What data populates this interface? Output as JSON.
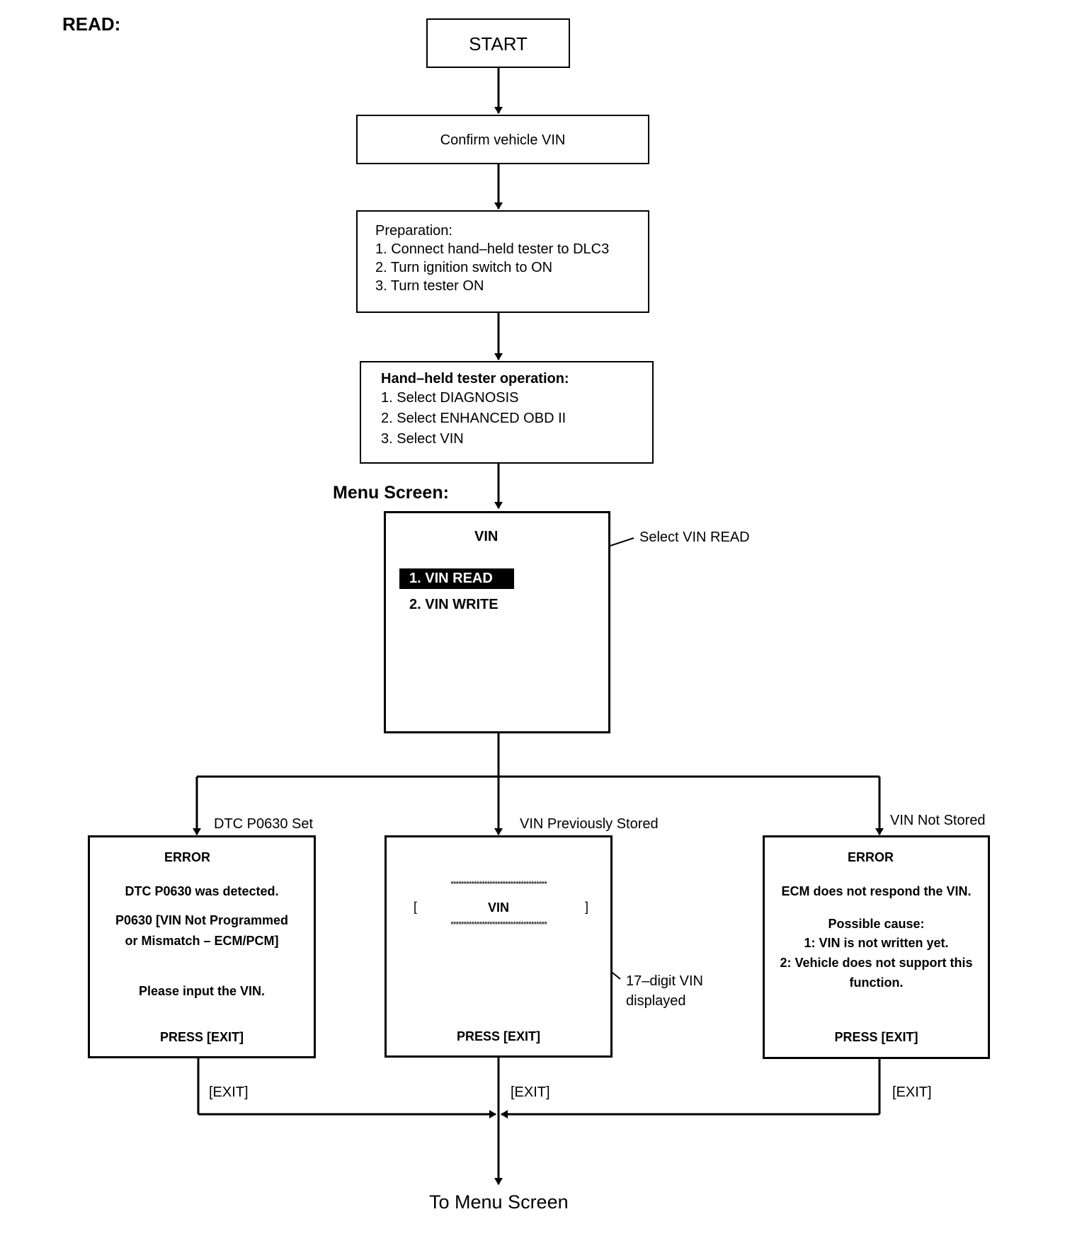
{
  "section_label": "READ:",
  "start": {
    "label": "START"
  },
  "confirm": {
    "label": "Confirm vehicle VIN"
  },
  "preparation": {
    "title": "Preparation:",
    "steps": [
      "1. Connect hand–held tester to DLC3",
      "2. Turn ignition switch to ON",
      "3. Turn tester ON"
    ]
  },
  "tester_operation": {
    "title": "Hand–held tester operation:",
    "steps": [
      "1. Select DIAGNOSIS",
      "2. Select ENHANCED OBD II",
      "3. Select VIN"
    ]
  },
  "menu_screen": {
    "label": "Menu Screen:",
    "title": "VIN",
    "option_read": "1. VIN READ",
    "option_write": "2. VIN WRITE",
    "callout": "Select VIN READ"
  },
  "branches": {
    "left_label": "DTC P0630 Set",
    "center_label": "VIN Previously Stored",
    "right_label": "VIN Not Stored"
  },
  "error_dtc": {
    "title": "ERROR",
    "line1": "DTC P0630 was detected.",
    "line2": "P0630  [VIN Not Programmed",
    "line3": "or Mismatch – ECM/PCM]",
    "line4": "Please input the VIN.",
    "press": "PRESS [EXIT]"
  },
  "vin_stored": {
    "stars_top": "*************************************",
    "bracket_left": "[",
    "vin": "VIN",
    "bracket_right": "]",
    "stars_bottom": "*************************************",
    "press": "PRESS [EXIT]",
    "callout_line1": "17–digit VIN",
    "callout_line2": "displayed"
  },
  "error_not_stored": {
    "title": "ERROR",
    "line1": "ECM does not respond the VIN.",
    "line2": "Possible cause:",
    "line3": "1: VIN is not written yet.",
    "line4": "2: Vehicle does not support this",
    "line5": "function.",
    "press": "PRESS [EXIT]"
  },
  "exit_labels": {
    "left": "[EXIT]",
    "center": "[EXIT]",
    "right": "[EXIT]"
  },
  "end": {
    "label": "To Menu Screen"
  }
}
